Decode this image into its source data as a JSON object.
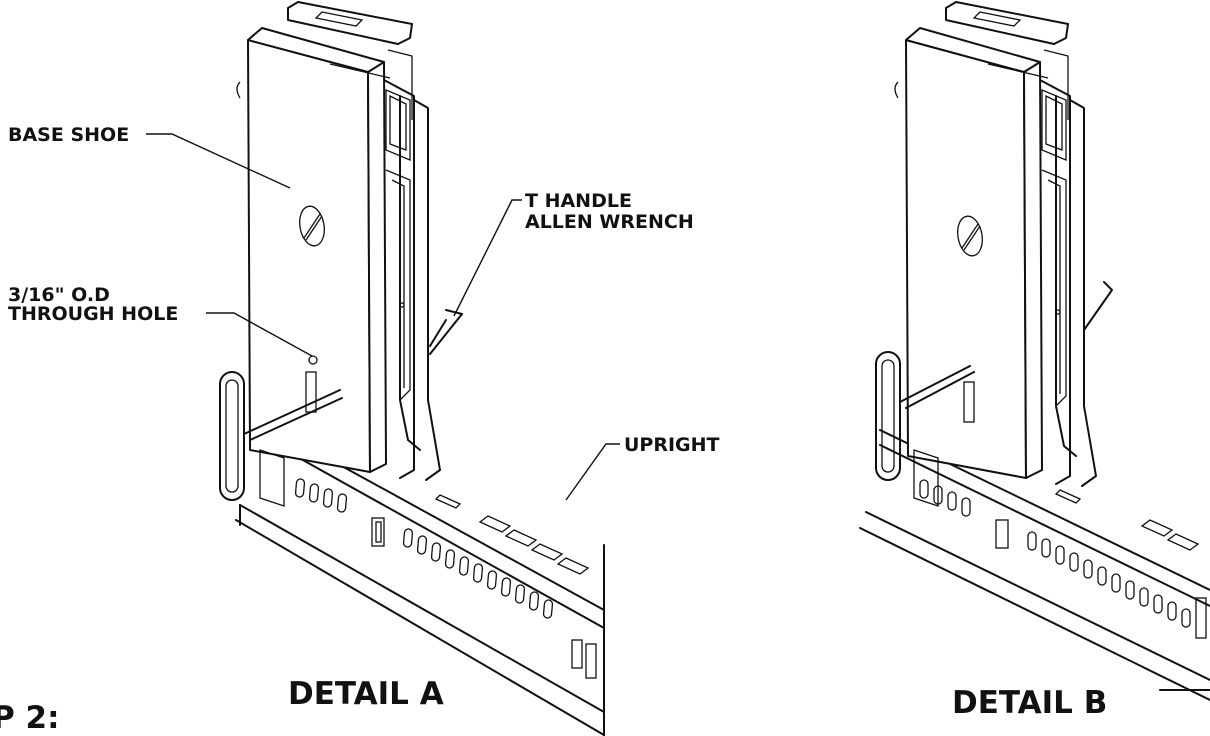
{
  "labels": {
    "base_shoe": "BASE SHOE",
    "through_hole_line1": "3/16\" O.D",
    "through_hole_line2": "THROUGH HOLE",
    "t_handle_line1": "T HANDLE",
    "t_handle_line2": "ALLEN WRENCH",
    "upright": "UPRIGHT"
  },
  "captions": {
    "detail_a": "DETAIL A",
    "detail_b": "DETAIL B",
    "step": "P 2:"
  }
}
